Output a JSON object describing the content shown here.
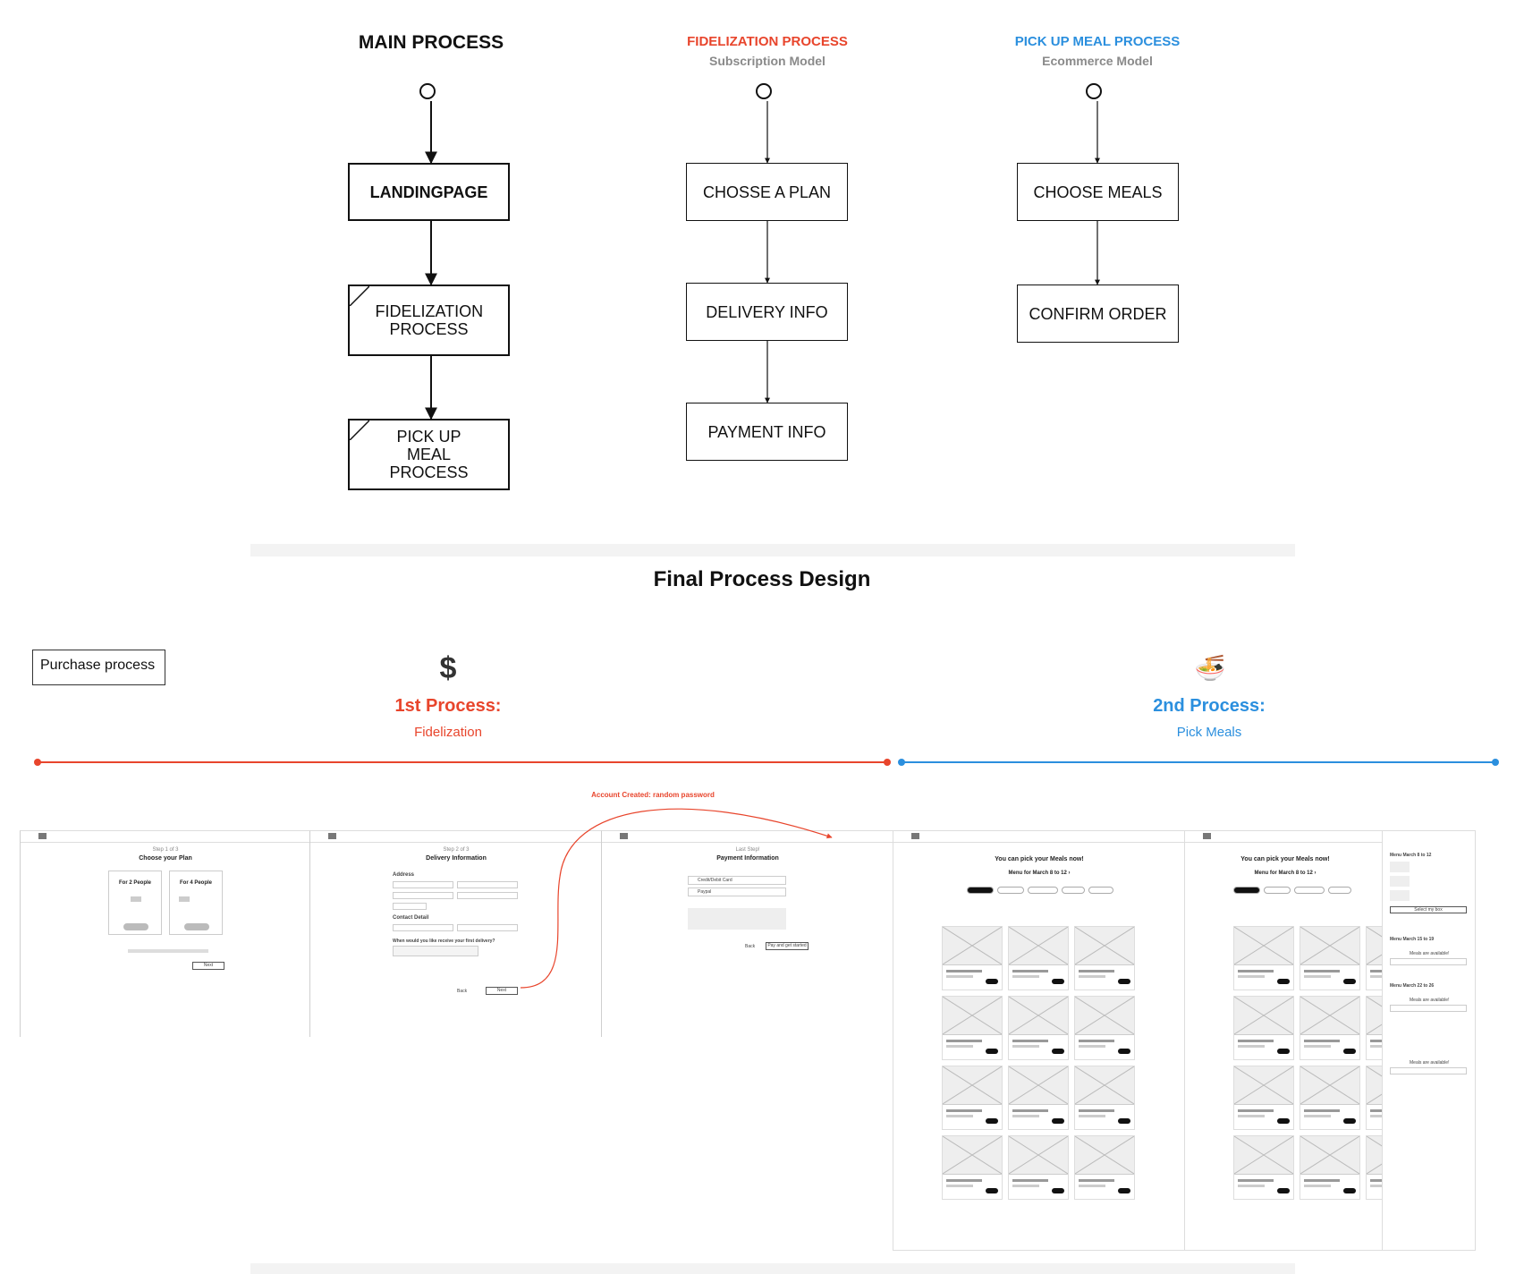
{
  "main": {
    "title": "MAIN PROCESS",
    "nodes": [
      "LANDINGPAGE",
      "FIDELIZATION PROCESS",
      "PICK UP MEAL PROCESS"
    ]
  },
  "fidelization": {
    "title": "FIDELIZATION PROCESS",
    "subtitle": "Subscription Model",
    "nodes": [
      "CHOSSE A PLAN",
      "DELIVERY INFO",
      "PAYMENT INFO"
    ]
  },
  "pickup": {
    "title": "PICK UP MEAL PROCESS",
    "subtitle": "Ecommerce Model",
    "nodes": [
      "CHOOSE MEALS",
      "CONFIRM ORDER"
    ]
  },
  "final": {
    "heading": "Final Process Design",
    "tag": "Purchase process",
    "process1": {
      "icon": "dollar-icon",
      "glyph": "$",
      "title": "1st Process:",
      "subtitle": "Fidelization"
    },
    "process2": {
      "icon": "ramen-bowl-icon",
      "glyph": "🍜",
      "title": "2nd Process:",
      "subtitle": "Pick Meals"
    },
    "annotation": "Account Created: random password"
  },
  "wireframes": {
    "plan": {
      "step": "Step 1 of 3",
      "title": "Choose your Plan",
      "option1": "For 2 People",
      "option2": "For 4 People",
      "next": "Next"
    },
    "delivery": {
      "step": "Step 2 of 3",
      "title": "Delivery Information",
      "address": "Address",
      "contact": "Contact Detail",
      "when": "When would you like receive your first delivery?",
      "back": "Back",
      "next": "Next"
    },
    "payment": {
      "step": "Last Step!",
      "title": "Payment Information",
      "opt1": "Credit/Debit Card",
      "opt2": "Paypal",
      "back": "Back",
      "cta": "Pay and get started"
    },
    "meals": {
      "headline": "You can pick your Meals now!",
      "menu": "Menu for March 8 to 12 ›"
    },
    "sidebar": {
      "week1": "Menu March 8 to 12",
      "week2": "Menu March 15 to 19",
      "week3": "Menu March 22 to 26",
      "hint": "Meals are available!",
      "cta": "Select my box"
    }
  },
  "colors": {
    "fidelization": "#e8452c",
    "pickup": "#2b8fde",
    "ink": "#111111",
    "muted": "#8a8a8a"
  }
}
